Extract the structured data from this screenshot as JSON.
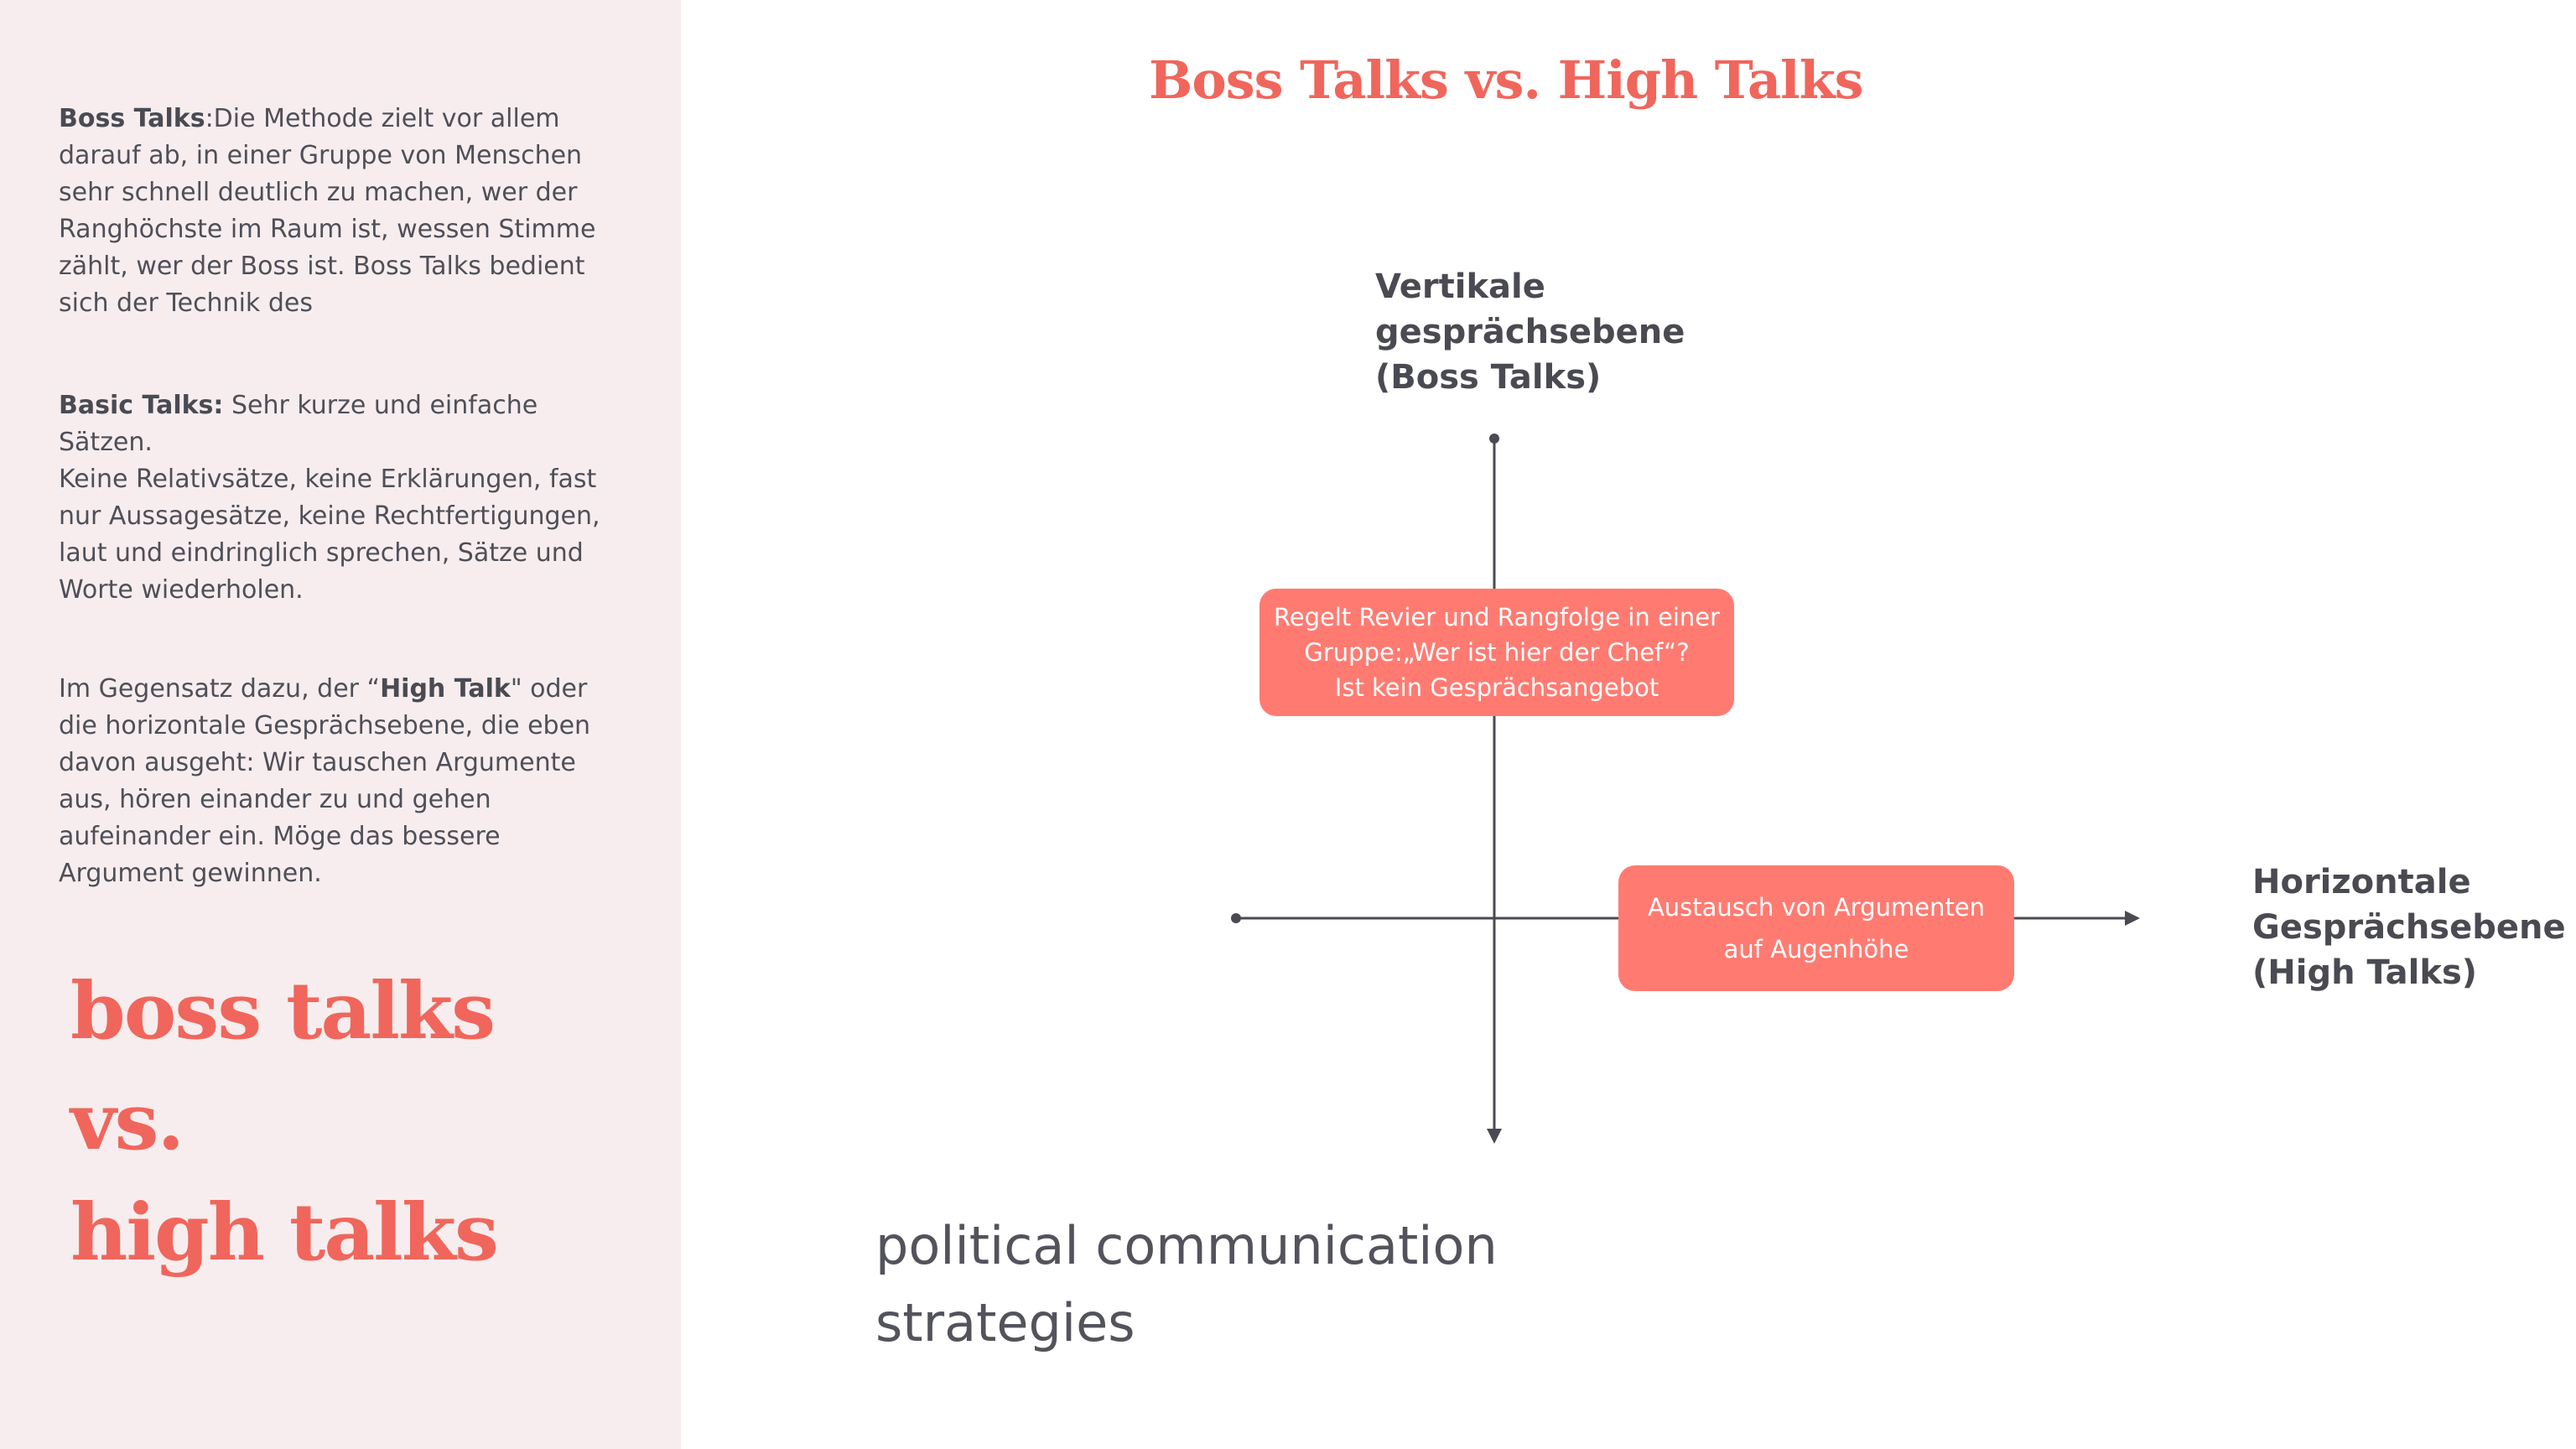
{
  "sidebar": {
    "paragraphs": [
      {
        "bold": "Boss Talks",
        "lines": [
          ":Die Methode zielt vor allem",
          "darauf ab, in einer Gruppe von Menschen",
          "sehr schnell deutlich zu machen, wer der",
          "Ranghöchste im Raum ist, wessen Stimme",
          "zählt, wer der Boss ist. Boss Talks bedient",
          "sich der Technik des"
        ]
      },
      {
        "bold": "Basic Talks:",
        "lines": [
          " Sehr kurze und einfache Sätzen.",
          "Keine Relativsätze, keine Erklärungen, fast",
          "nur Aussagesätze, keine Rechtfertigungen,",
          "laut und eindringlich sprechen, Sätze und",
          "Worte wiederholen."
        ]
      },
      {
        "prefix": "Im Gegensatz dazu, der “",
        "bold": "High Talk",
        "lines": [
          "\" oder",
          "die horizontale Gesprächsebene, die eben",
          "davon ausgeht: Wir tauschen Argumente",
          "aus, hören einander zu und gehen",
          "aufeinander ein. Möge das bessere",
          "Argument gewinnen."
        ]
      }
    ],
    "big_title": [
      "boss talks",
      "vs.",
      "high talks"
    ]
  },
  "main": {
    "title": "Boss Talks vs. High Talks",
    "vertical_axis_label": [
      "Vertikale",
      "gesprächsebene",
      "(Boss Talks)"
    ],
    "horizontal_axis_label": [
      "Horizontale",
      "Gesprächsebene",
      "(High Talks)"
    ],
    "callout_vertical": [
      "Regelt Revier und Rangfolge in einer",
      "Gruppe:„Wer ist hier der Chef“?",
      "Ist kein Gesprächsangebot"
    ],
    "callout_horizontal": [
      "Austausch von Argumenten",
      "auf Augenhöhe"
    ],
    "subtitle": [
      "political communication",
      "strategies"
    ]
  },
  "colors": {
    "accent": "#f0665c",
    "callout_fill": "#ff7b72",
    "sidebar_bg": "#f7edee",
    "text": "#4a4a52",
    "axis": "#4a4a52"
  }
}
